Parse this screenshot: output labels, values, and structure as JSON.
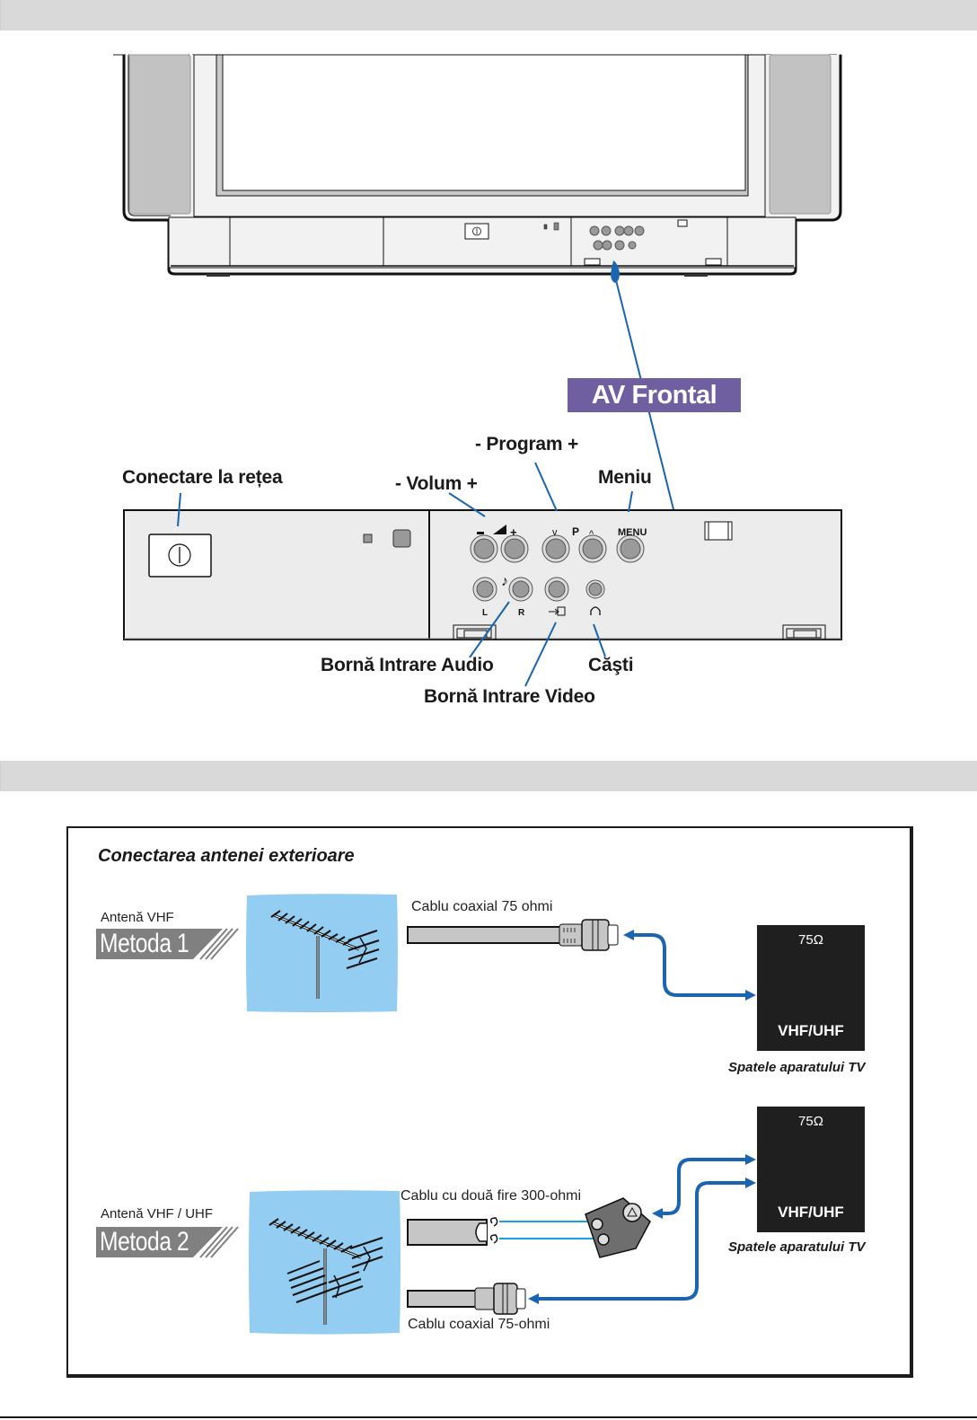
{
  "sections": {
    "top_band": "",
    "middle_band": ""
  },
  "front_panel": {
    "badge": "AV Frontal",
    "callouts": {
      "power": "Conectare la rețea",
      "volume": "- Volum +",
      "program": "- Program +",
      "menu": "Meniu",
      "audio_in": "Bornă Intrare Audio",
      "video_in": "Bornă Intrare Video",
      "headphones": "Căşti"
    },
    "panel_marks": {
      "minus": "−",
      "plus": "+",
      "prog_down": "v",
      "prog_letter": "P",
      "prog_up": "^",
      "menu": "MENU",
      "audio_left": "L",
      "audio_right": "R"
    }
  },
  "antenna_section": {
    "title": "Conectarea antenei exterioare",
    "methods": [
      {
        "antenna_label": "Antenă VHF",
        "method_label": "Metoda 1",
        "cables": [
          "Cablu coaxial 75 ohmi"
        ],
        "tv_back": {
          "impedance": "75Ω",
          "input": "VHF/UHF",
          "caption": "Spatele aparatului TV"
        }
      },
      {
        "antenna_label": "Antenă VHF / UHF",
        "method_label": "Metoda 2",
        "cables": [
          "Cablu cu două fire 300-ohmi",
          "Cablu coaxial 75-ohmi"
        ],
        "tv_back": {
          "impedance": "75Ω",
          "input": "VHF/UHF",
          "caption": "Spatele aparatului TV"
        }
      }
    ]
  },
  "colors": {
    "band": "#d9d9d9",
    "badge": "#6f5fa0",
    "leader_line": "#1a64b0",
    "sky": "#93cdf2",
    "method_badge": "#808080",
    "tv_back": "#1f1f1f"
  }
}
